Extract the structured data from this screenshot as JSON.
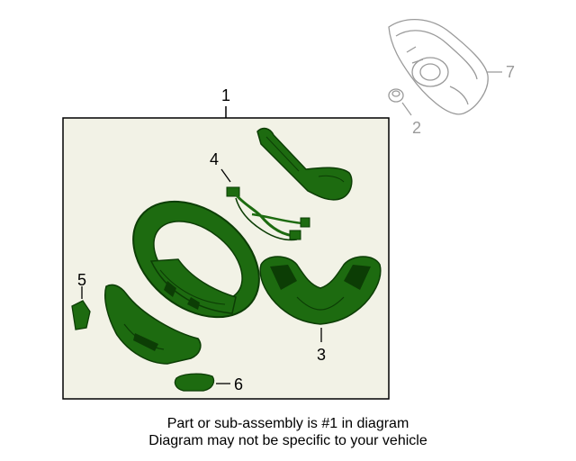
{
  "colors": {
    "part_fill": "#1d6b10",
    "part_dark": "#0c3d05",
    "panel_fill": "#f2f2e6",
    "ghost_line": "#9a9a9a",
    "banner_bg": "#1a7a0e"
  },
  "callouts": {
    "c1": "1",
    "c2": "2",
    "c3": "3",
    "c4": "4",
    "c5": "5",
    "c6": "6",
    "c7": "7"
  },
  "banner": {
    "line1": "Part or sub-assembly is #1 in diagram",
    "line2": "Diagram may not be specific to your vehicle"
  }
}
